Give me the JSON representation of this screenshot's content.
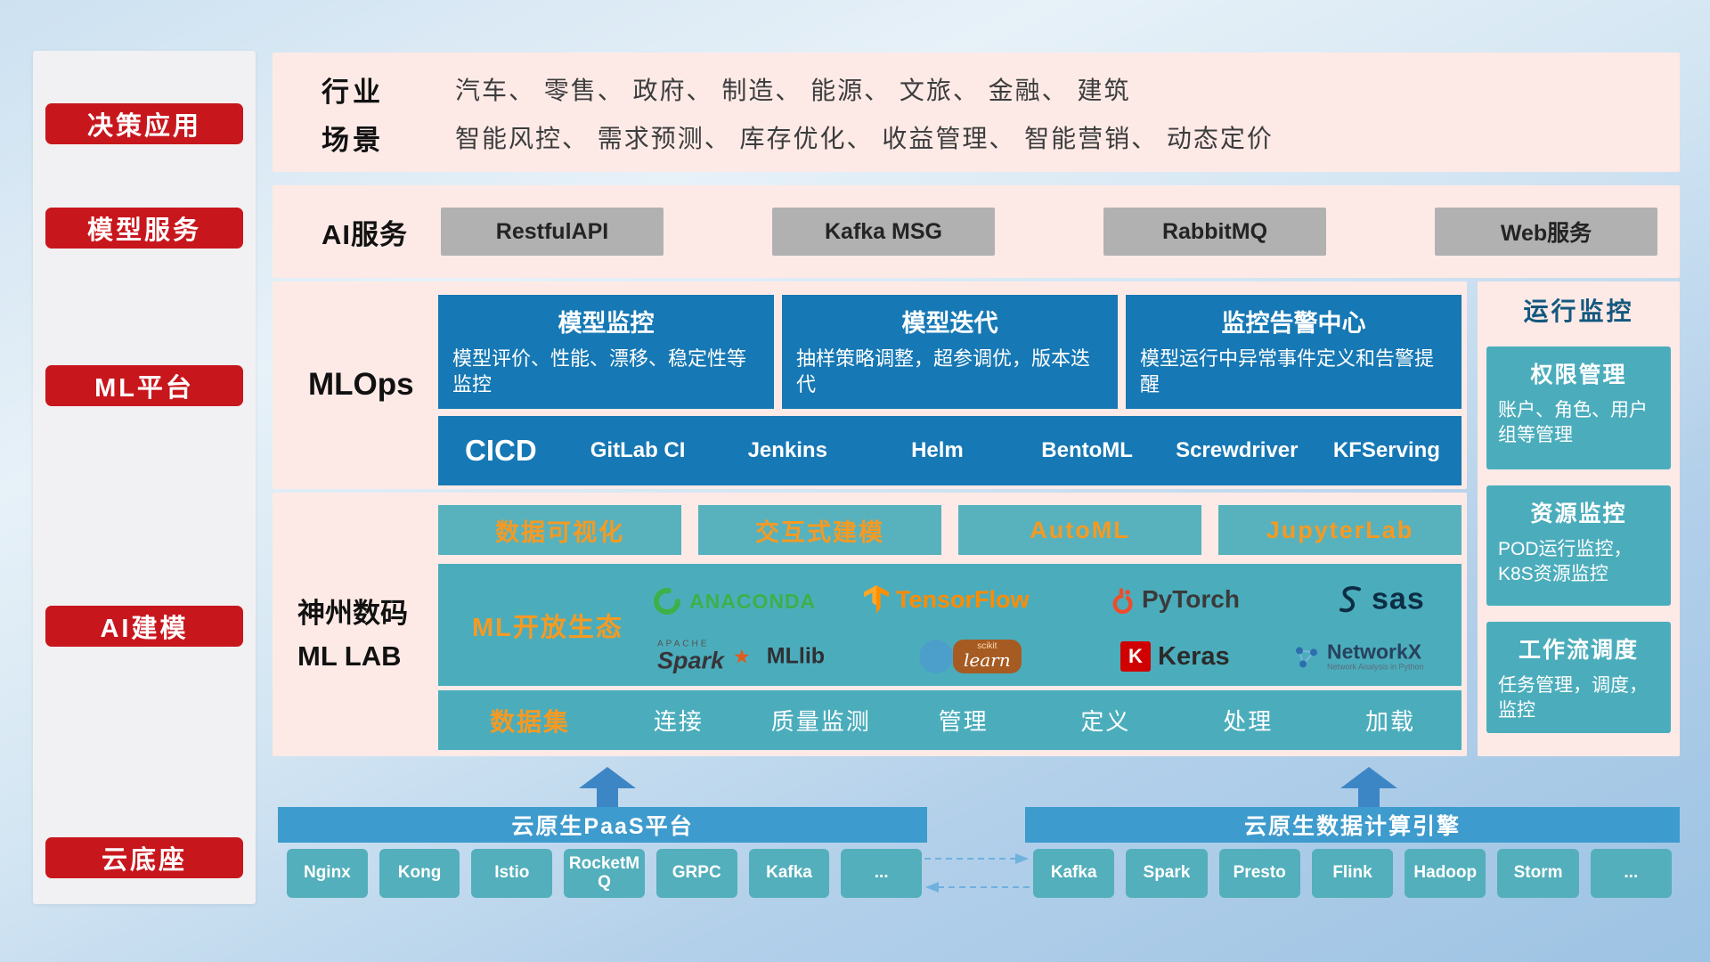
{
  "colors": {
    "red": "#c8161d",
    "blue_card": "#1678b4",
    "teal": "#4badbc",
    "orange": "#f59a23",
    "panel_pink": "#fdeae7",
    "bar_blue": "#3e9bcd",
    "arrow_blue": "#3d86c6",
    "gray_button": "#b1b1b1"
  },
  "sidebar": {
    "items": [
      {
        "label": "决策应用"
      },
      {
        "label": "模型服务"
      },
      {
        "label": "ML平台"
      },
      {
        "label": "AI建模"
      },
      {
        "label": "云底座"
      }
    ]
  },
  "industry": {
    "rows": [
      {
        "label": "行业",
        "value": "汽车、 零售、 政府、 制造、 能源、 文旅、 金融、 建筑"
      },
      {
        "label": "场景",
        "value": "智能风控、 需求预测、 库存优化、 收益管理、 智能营销、 动态定价"
      }
    ]
  },
  "ai_service": {
    "label": "AI服务",
    "buttons": [
      "RestfulAPI",
      "Kafka MSG",
      "RabbitMQ",
      "Web服务"
    ]
  },
  "mlops": {
    "label": "MLOps",
    "cards": [
      {
        "title": "模型监控",
        "desc": "模型评价、性能、漂移、稳定性等监控"
      },
      {
        "title": "模型迭代",
        "desc": "抽样策略调整，超参调优，版本迭代"
      },
      {
        "title": "监控告警中心",
        "desc": "模型运行中异常事件定义和告警提醒"
      }
    ],
    "cicd_title": "CICD",
    "cicd_items": [
      "GitLab CI",
      "Jenkins",
      "Helm",
      "BentoML",
      "Screwdriver",
      "KFServing"
    ]
  },
  "mllab": {
    "label_line1": "神州数码",
    "label_line2": "ML LAB",
    "top_buttons": [
      "数据可视化",
      "交互式建模",
      "AutoML",
      "JupyterLab"
    ],
    "eco_title": "ML开放生态",
    "logos": {
      "anaconda": "ANACONDA",
      "tensorflow": "TensorFlow",
      "pytorch": "PyTorch",
      "sas": "sas",
      "spark_small": "APACHE",
      "spark": "Spark",
      "mllib": "MLlib",
      "scikit_small": "scikit",
      "scikit": "learn",
      "keras_badge": "K",
      "keras": "Keras",
      "networkx": "NetworkX",
      "networkx_sub": "Network Analysis in Python"
    },
    "dataset_title": "数据集",
    "dataset_items": [
      "连接",
      "质量监测",
      "管理",
      "定义",
      "处理",
      "加载"
    ]
  },
  "monitor": {
    "title": "运行监控",
    "cards": [
      {
        "title": "权限管理",
        "desc": "账户、角色、用户组等管理"
      },
      {
        "title": "资源监控",
        "desc": "POD运行监控，K8S资源监控"
      },
      {
        "title": "工作流调度",
        "desc": "任务管理，调度，监控"
      }
    ]
  },
  "bottom": {
    "paas_title": "云原生PaaS平台",
    "paas_items": [
      "Nginx",
      "Kong",
      "Istio",
      "RocketMQ",
      "GRPC",
      "Kafka",
      "..."
    ],
    "engine_title": "云原生数据计算引擎",
    "engine_items": [
      "Kafka",
      "Spark",
      "Presto",
      "Flink",
      "Hadoop",
      "Storm",
      "..."
    ]
  }
}
